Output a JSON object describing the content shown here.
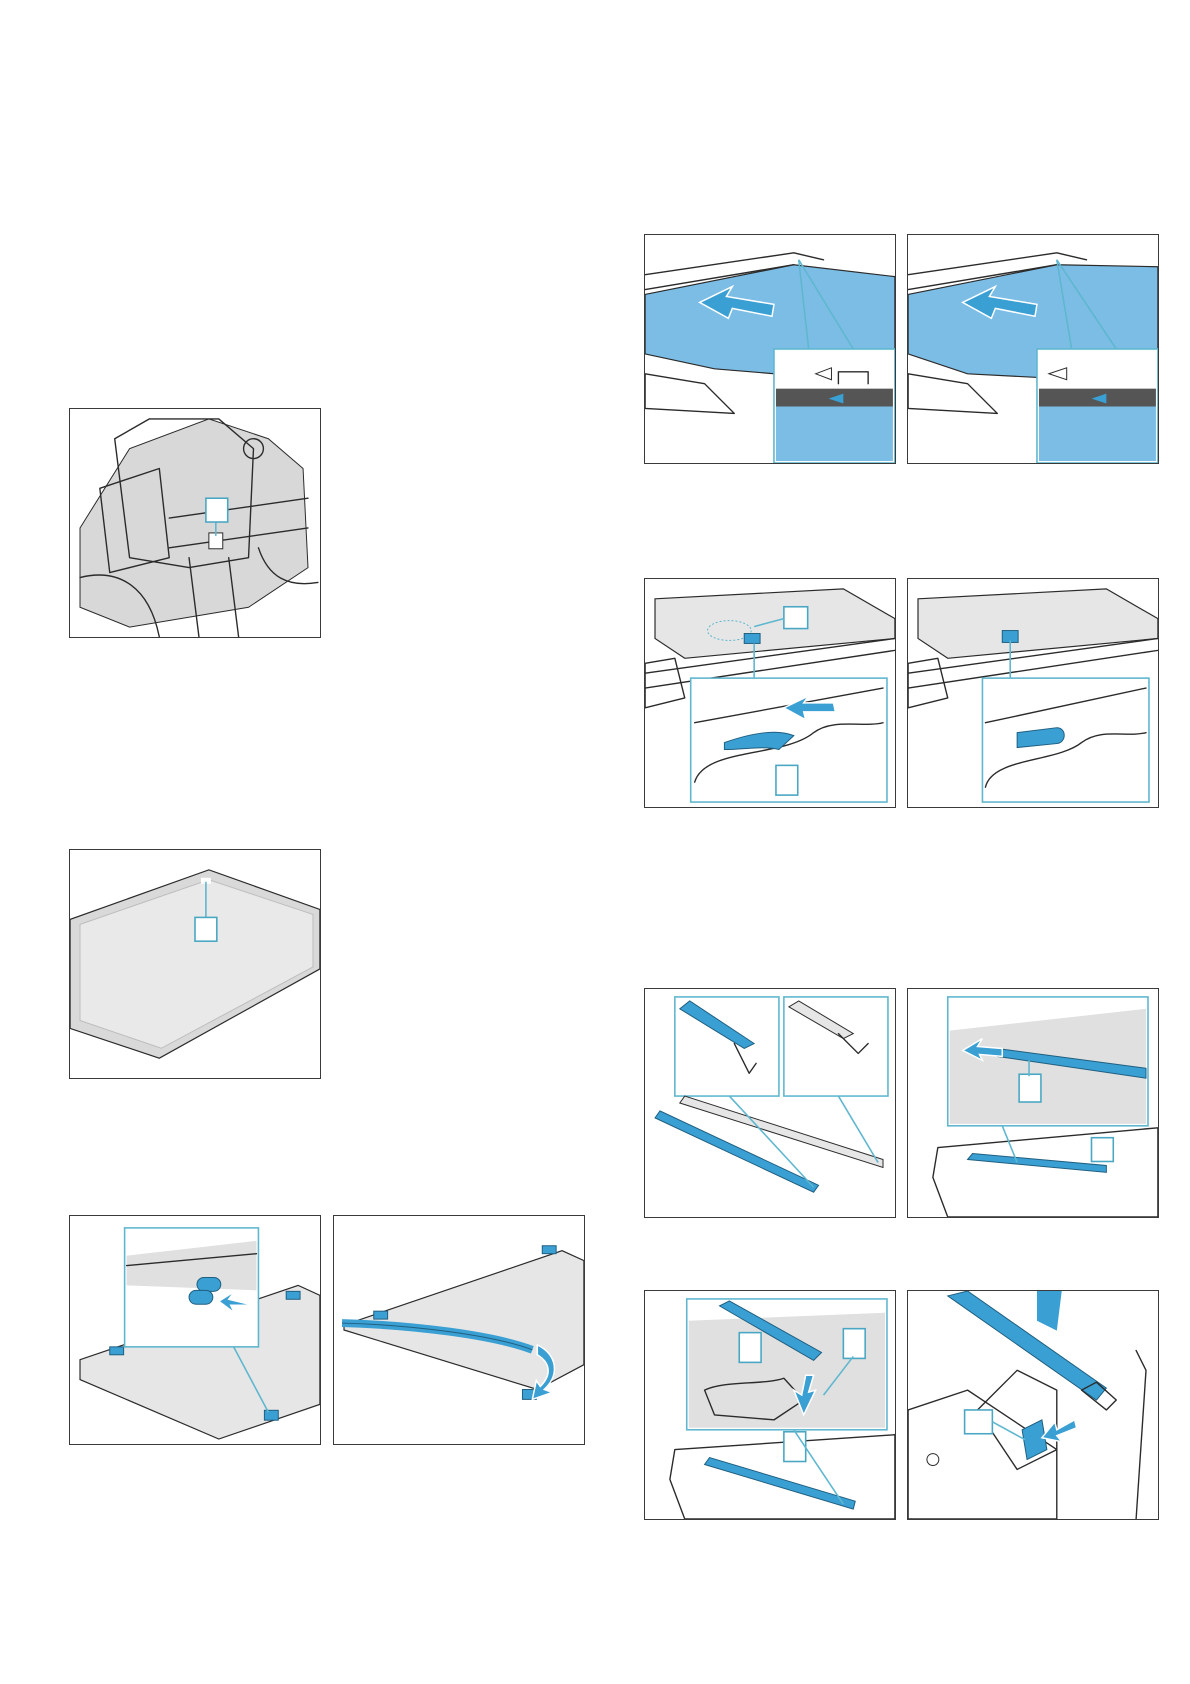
{
  "figures": [
    {
      "id": "door-hinge-catch",
      "callouts": 1
    },
    {
      "id": "glass-pane-marking",
      "callouts": 1
    },
    {
      "id": "pane-holder-insert",
      "callouts": 1
    },
    {
      "id": "pane-strip-attach",
      "callouts": 0
    },
    {
      "id": "pane-slide-in-1",
      "callouts": 1
    },
    {
      "id": "pane-slide-in-2",
      "callouts": 1
    },
    {
      "id": "clip-press",
      "callouts": 3
    },
    {
      "id": "clip-fitted",
      "callouts": 1
    },
    {
      "id": "strip-detail",
      "callouts": 2
    },
    {
      "id": "strip-insert",
      "callouts": 2
    },
    {
      "id": "cover-strip-fit",
      "callouts": 3
    },
    {
      "id": "hinge-latch-close",
      "callouts": 1
    }
  ],
  "colors": {
    "accent": "#3a9fd3",
    "callout": "#5fb7cf",
    "frame": "#3a3a3a",
    "glass": "#e6e6e6"
  }
}
